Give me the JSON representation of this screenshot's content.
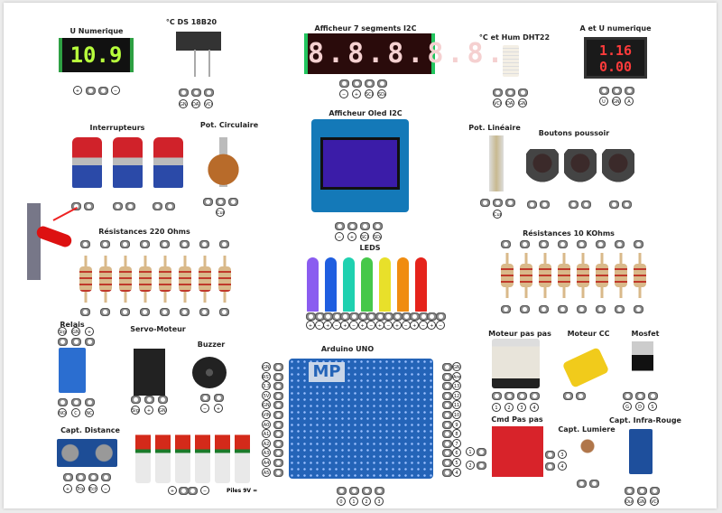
{
  "components": {
    "u_numerique": {
      "title": "U Numerique",
      "display": "10.9",
      "pins": [
        "+",
        "−"
      ]
    },
    "ds18b20": {
      "title": "°C DS 18B20",
      "pins": [
        "GND",
        "DAT",
        "VCC"
      ]
    },
    "seg7": {
      "title": "Afficheur 7 segments  I2C",
      "display": "8.8.8.8.8.",
      "pins": [
        "−",
        "+",
        "SCL",
        "SDA"
      ]
    },
    "dht22": {
      "title": "°C et Hum DHT22",
      "pins": [
        "VCC",
        "DAT",
        "GND"
      ]
    },
    "au": {
      "title": "A et U numerique",
      "display_u": "1.16",
      "display_a": "0.00",
      "pins": [
        "U",
        "GND",
        "A"
      ]
    },
    "interrupteurs": {
      "title": "Interrupteurs",
      "pins": []
    },
    "pot_circ": {
      "title": "Pot. Circulaire",
      "pins": [
        "Cur"
      ]
    },
    "oled": {
      "title": "Afficheur Oled I2C",
      "pins": [
        "−",
        "+",
        "SCL",
        "SDA"
      ]
    },
    "pot_lin": {
      "title": "Pot. Linéaire",
      "pins": [
        "Cur"
      ]
    },
    "boutons": {
      "title": "Boutons poussoir",
      "pins": []
    },
    "r220": {
      "title": "Résistances 220 Ohms",
      "pins": []
    },
    "leds": {
      "title": "LEDS",
      "pins": [
        "+",
        "−",
        "+",
        "−",
        "+",
        "−",
        "+",
        "−",
        "+",
        "−",
        "+",
        "−",
        "+",
        "−",
        "+",
        "−"
      ]
    },
    "r10k": {
      "title": "Résistances 10 KOhms",
      "pins": []
    },
    "relais": {
      "title": "Relais",
      "pins": [
        "Sig",
        "GND",
        "+",
        "NO",
        "C",
        "NC"
      ]
    },
    "servo": {
      "title": "Servo-Moteur",
      "pins": [
        "Sig",
        "+",
        "GND"
      ]
    },
    "buzzer": {
      "title": "Buzzer",
      "pins": [
        "−",
        "+"
      ]
    },
    "arduino": {
      "title": "Arduino UNO",
      "logo": "MP",
      "pins": [
        "GND",
        "RST",
        "3.3",
        "5V",
        "GND",
        "VIN",
        "A0",
        "A1",
        "A2",
        "A3",
        "A4",
        "A5",
        "GND",
        "Aref",
        "13",
        "12",
        "11",
        "10",
        "9",
        "8",
        "7",
        "6",
        "5",
        "4",
        "0",
        "1",
        "2",
        "3"
      ]
    },
    "distance": {
      "title": "Capt. Distance",
      "pins": [
        "+",
        "Trig",
        "Echo",
        "−"
      ]
    },
    "piles": {
      "title": "Piles 9V =",
      "pins": [
        "+",
        "−"
      ]
    },
    "pas_pas": {
      "title": "Moteur pas pas",
      "pins": [
        "1",
        "2",
        "3",
        "4"
      ]
    },
    "moteur_cc": {
      "title": "Moteur CC",
      "pins": []
    },
    "mosfet": {
      "title": "Mosfet",
      "pins": [
        "G",
        "D",
        "S"
      ]
    },
    "cmd_pas": {
      "title": "Cmd Pas pas",
      "pins": [
        "1",
        "2",
        "3",
        "4"
      ]
    },
    "lumiere": {
      "title": "Capt. Lumiere",
      "pins": []
    },
    "infra": {
      "title": "Capt. Infra-Rouge",
      "pins": [
        "Out",
        "GND",
        "VCC"
      ]
    }
  },
  "colors": {
    "led_colors": [
      "#8a5cf0",
      "#1f5ee0",
      "#1fd1b0",
      "#46c84a",
      "#e8e02a",
      "#f08c10",
      "#e5231b"
    ]
  }
}
